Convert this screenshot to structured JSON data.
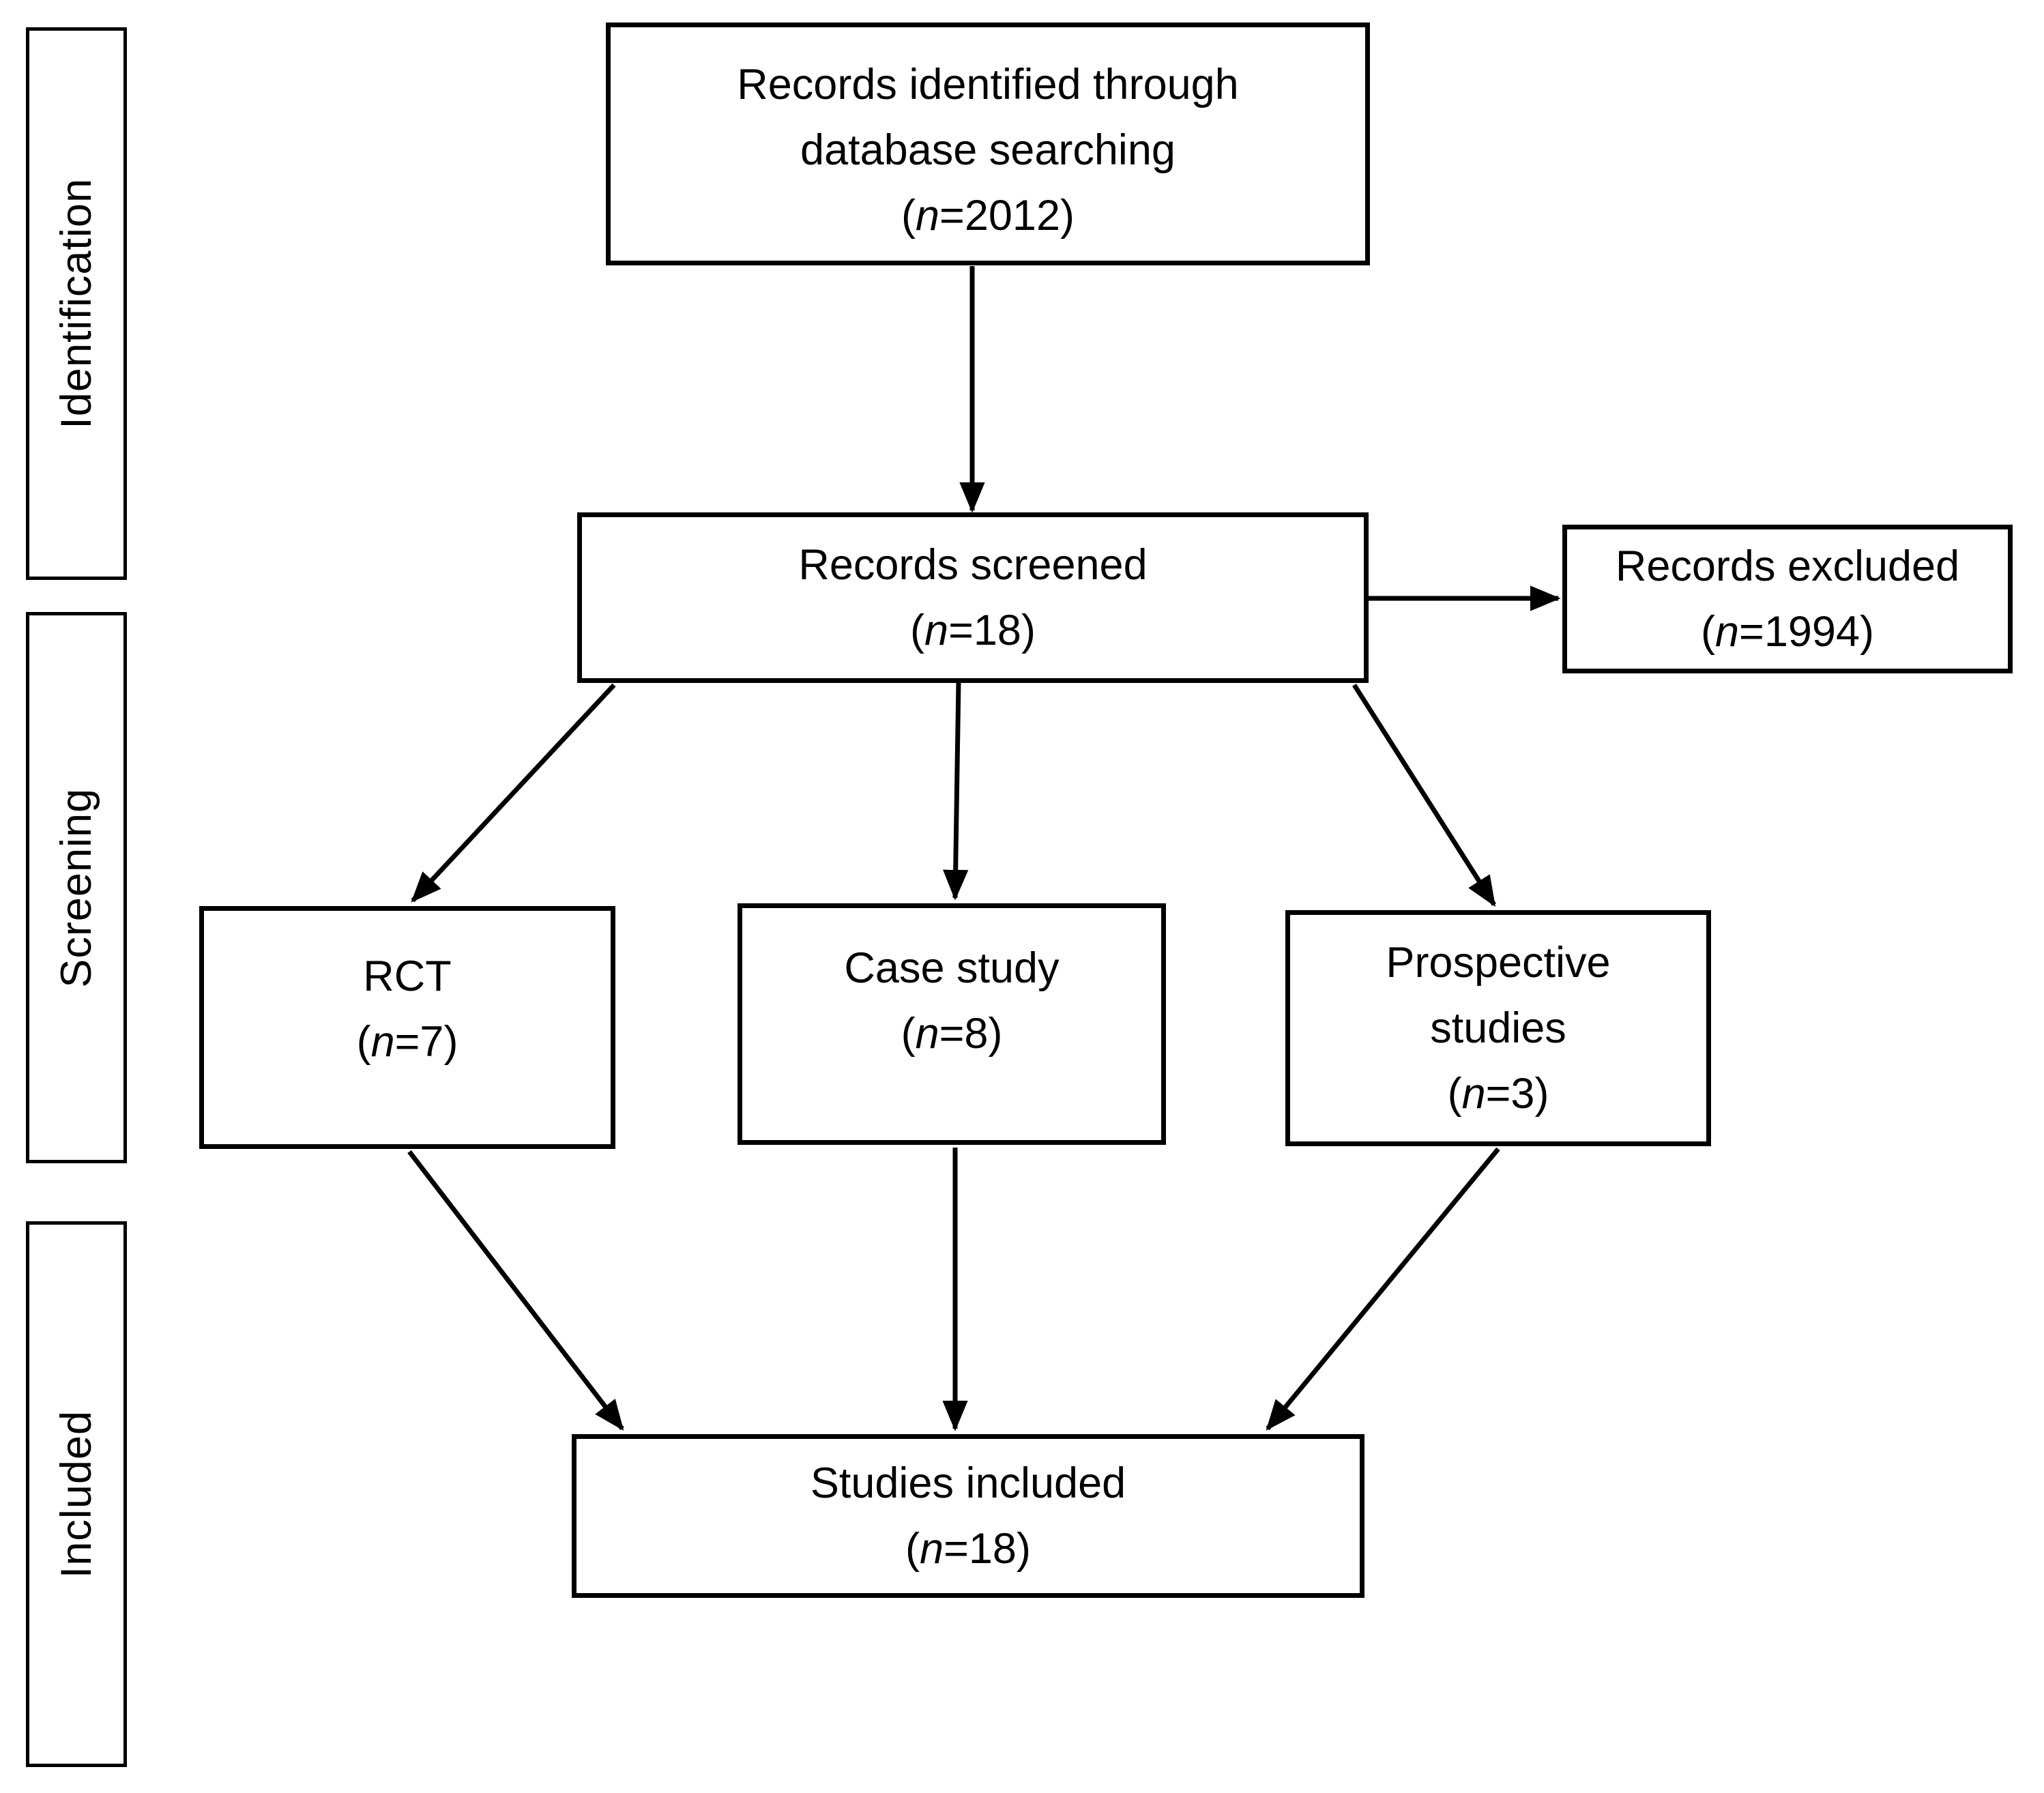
{
  "colors": {
    "background": "#ffffff",
    "box_border": "#000000",
    "arrow": "#000000",
    "text": "#000000"
  },
  "stages": {
    "identification": "Identification",
    "screening": "Screening",
    "included": "Included"
  },
  "boxes": {
    "identified": {
      "lines": [
        "Records identified through",
        "database searching"
      ],
      "count": {
        "open": "(",
        "n": "n",
        "rest": "=2012)"
      }
    },
    "screened": {
      "lines": [
        "Records screened"
      ],
      "count": {
        "open": "(",
        "n": "n",
        "rest": "=18)"
      }
    },
    "excluded": {
      "lines": [
        "Records excluded"
      ],
      "count": {
        "open": "(",
        "n": "n",
        "rest": "=1994)"
      }
    },
    "rct": {
      "lines": [
        "RCT"
      ],
      "count": {
        "open": "(",
        "n": "n",
        "rest": "=7)"
      }
    },
    "case_study": {
      "lines": [
        "Case study"
      ],
      "count": {
        "open": "(",
        "n": "n",
        "rest": "=8)"
      }
    },
    "prospective": {
      "lines": [
        "Prospective",
        "studies"
      ],
      "count": {
        "open": "(",
        "n": "n",
        "rest": "=3)"
      }
    },
    "included_studies": {
      "lines": [
        "Studies included"
      ],
      "count": {
        "open": "(",
        "n": "n",
        "rest": "=18)"
      }
    }
  }
}
